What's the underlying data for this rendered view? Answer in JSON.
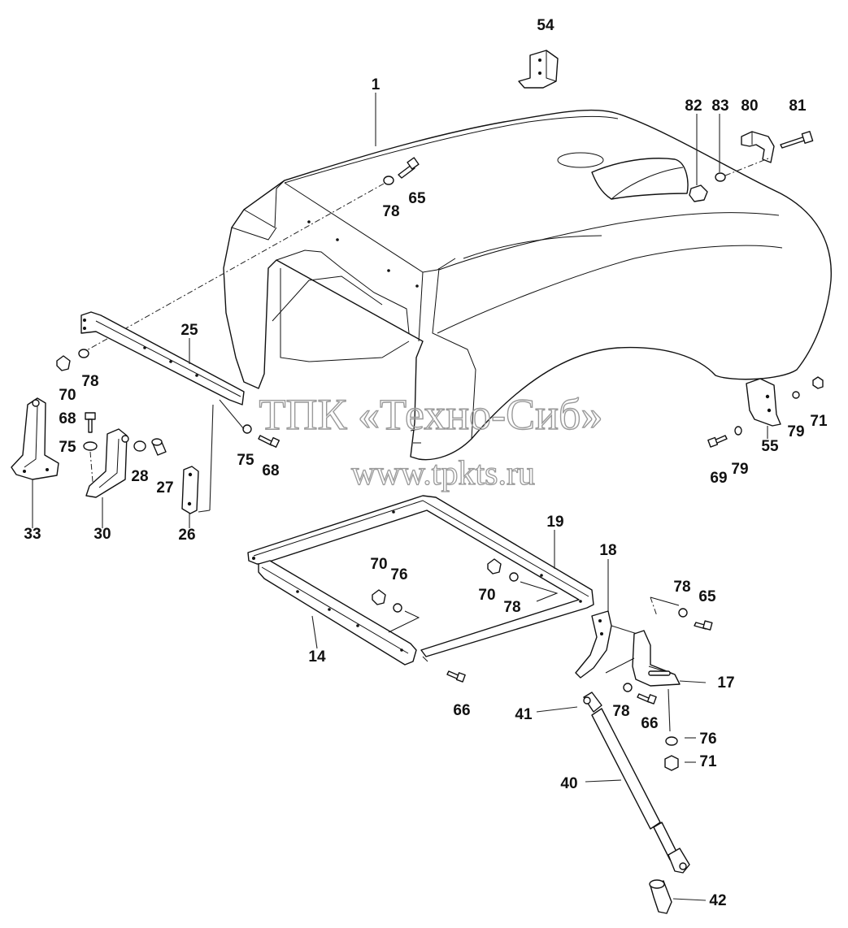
{
  "watermark": {
    "line1": "ТПК «Техно-Сиб»",
    "line2": "www.tpkts.ru"
  },
  "labels": {
    "p1": "1",
    "p54": "54",
    "p82": "82",
    "p83": "83",
    "p80": "80",
    "p81": "81",
    "p65a": "65",
    "p78a": "78",
    "p25": "25",
    "p78b": "78",
    "p70a": "70",
    "p68a": "68",
    "p75a": "75",
    "p33": "33",
    "p30": "30",
    "p28": "28",
    "p27": "27",
    "p26": "26",
    "p75b": "75",
    "p68b": "68",
    "p55": "55",
    "p79a": "79",
    "p71a": "71",
    "p69": "69",
    "p79b": "79",
    "p19": "19",
    "p18": "18",
    "p70b": "70",
    "p76a": "76",
    "p70c": "70",
    "p78c": "78",
    "p14": "14",
    "p78d": "78",
    "p65b": "65",
    "p17": "17",
    "p66a": "66",
    "p41": "41",
    "p78e": "78",
    "p66b": "66",
    "p76b": "76",
    "p71b": "71",
    "p40": "40",
    "p42": "42"
  }
}
